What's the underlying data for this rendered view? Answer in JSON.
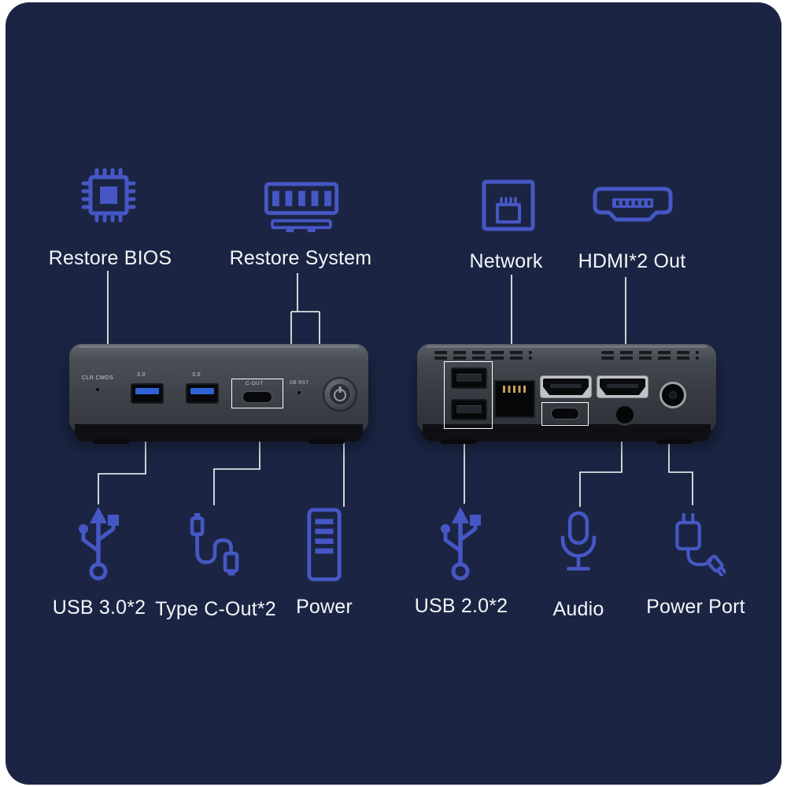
{
  "colors": {
    "panel_bg": "#1b2543",
    "accent_blue": "#4657c5",
    "callout_line": "#ffffff",
    "usb3_tab_blue": "#2f62d6",
    "label_text": "#f4f6f9"
  },
  "top_row": [
    {
      "label": "Restore BIOS",
      "icon": "bios-chip-icon"
    },
    {
      "label": "Restore System",
      "icon": "ram-icon"
    },
    {
      "label": "Network",
      "icon": "ethernet-icon"
    },
    {
      "label": "HDMI*2 Out",
      "icon": "hdmi-icon"
    }
  ],
  "bottom_row": [
    {
      "label": "USB 3.0*2",
      "icon": "usb-trident-icon"
    },
    {
      "label": "Type C-Out*2",
      "icon": "usb-c-cable-icon"
    },
    {
      "label": "Power",
      "icon": "power-tower-icon"
    },
    {
      "label": "USB 2.0*2",
      "icon": "usb-trident-icon"
    },
    {
      "label": "Audio",
      "icon": "microphone-icon"
    },
    {
      "label": "Power Port",
      "icon": "power-adapter-icon"
    }
  ],
  "device_front": {
    "port_labels": {
      "clr_cmos": "CLR CMOS",
      "usb_1": "3.0",
      "usb_2": "3.0",
      "type_c": "C-OUT",
      "reset": "DB RST"
    }
  }
}
